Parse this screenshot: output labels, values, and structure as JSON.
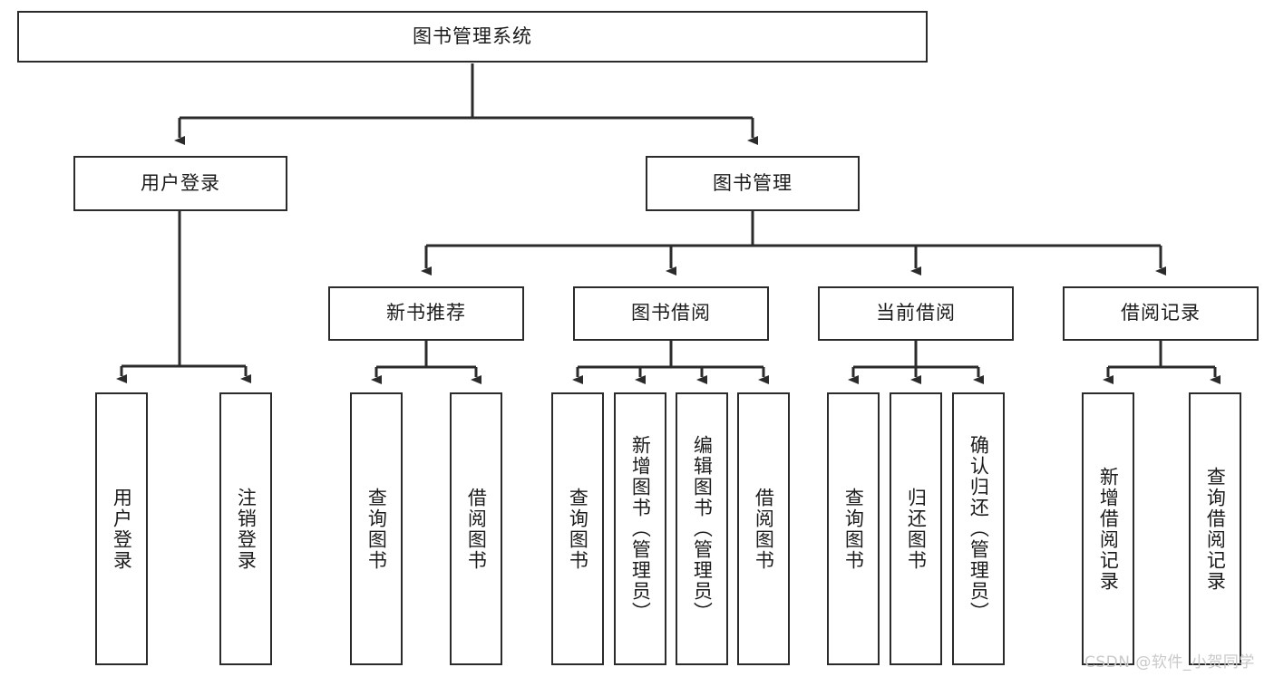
{
  "diagram": {
    "title": "图书管理系统",
    "type": "hierarchy-tree",
    "root": {
      "label": "图书管理系统"
    },
    "level2": [
      {
        "label": "用户登录"
      },
      {
        "label": "图书管理"
      }
    ],
    "level3": [
      {
        "label": "新书推荐"
      },
      {
        "label": "图书借阅"
      },
      {
        "label": "当前借阅"
      },
      {
        "label": "借阅记录"
      }
    ],
    "leaves": {
      "user_login": [
        {
          "label": "用户登录"
        },
        {
          "label": "注销登录"
        }
      ],
      "new_book_recommend": [
        {
          "label": "查询图书"
        },
        {
          "label": "借阅图书"
        }
      ],
      "book_borrow": [
        {
          "label": "查询图书"
        },
        {
          "label": "新增图书（管理员）"
        },
        {
          "label": "编辑图书（管理员）"
        },
        {
          "label": "借阅图书"
        }
      ],
      "current_borrow": [
        {
          "label": "查询图书"
        },
        {
          "label": "归还图书"
        },
        {
          "label": "确认归还（管理员）"
        }
      ],
      "borrow_record": [
        {
          "label": "新增借阅记录"
        },
        {
          "label": "查询借阅记录"
        }
      ]
    }
  },
  "watermark": {
    "text": "CSDN @软件_小贺同学"
  },
  "colors": {
    "stroke": "#2b2b2b",
    "background": "#ffffff",
    "text": "#1b1b1b",
    "watermark": "#c9c9c9"
  }
}
